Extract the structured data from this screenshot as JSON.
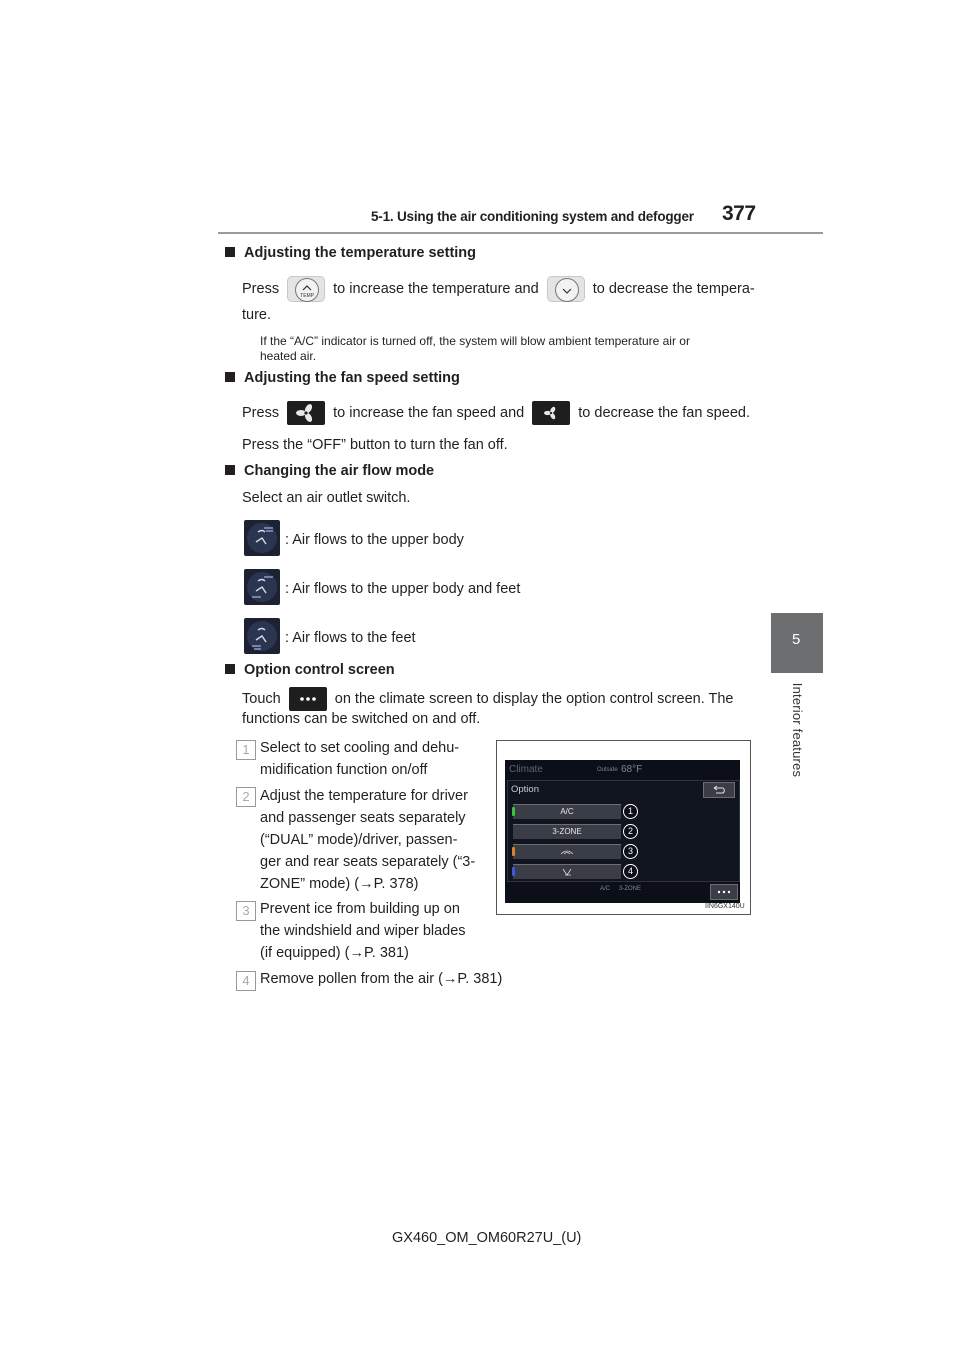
{
  "header": {
    "section_title": "5-1. Using the air conditioning system and defogger",
    "page_number": "377"
  },
  "side_tab": {
    "number": "5",
    "label": "Interior features"
  },
  "temp": {
    "heading": "Adjusting the temperature setting",
    "t1": "Press",
    "t2": "to increase the temperature and",
    "t3": "to decrease the tempera-",
    "t4": "ture.",
    "temp_icon_label": "TEMP",
    "note_line1": "If the “A/C” indicator is turned off, the system will blow ambient temperature air or",
    "note_line2": "heated air."
  },
  "fan": {
    "heading": "Adjusting the fan speed setting",
    "t1": "Press",
    "t2": "to increase the fan speed and",
    "t3": "to decrease the fan speed.",
    "off_line": "Press the “OFF” button to turn the fan off."
  },
  "airflow": {
    "heading": "Changing the air flow mode",
    "intro": "Select an air outlet switch.",
    "items": [
      ": Air flows to the upper body",
      ": Air flows to the upper body and feet",
      ": Air flows to the feet"
    ]
  },
  "option": {
    "heading": "Option control screen",
    "t1": "Touch",
    "t2": "on the climate screen to display the option control screen. The",
    "t3": "functions can be switched on and off.",
    "list": [
      {
        "num": "1",
        "lines": [
          "Select to set cooling and dehu-",
          "midification function on/off"
        ]
      },
      {
        "num": "2",
        "lines": [
          "Adjust the temperature for driver",
          "and passenger seats separately",
          "(“DUAL” mode)/driver, passen-",
          "ger and rear seats separately (“3-",
          "ZONE” mode) (→P. 378)"
        ]
      },
      {
        "num": "3",
        "lines": [
          "Prevent ice from building up on",
          "the windshield and wiper blades",
          "(if equipped) (→P. 381)"
        ]
      },
      {
        "num": "4",
        "lines": [
          "Remove pollen from the air (→P. 381)"
        ]
      }
    ],
    "screen": {
      "climate": "Climate",
      "outside_label": "Outside",
      "outside_temp": "68°F",
      "option_title": "Option",
      "rows": [
        "A/C",
        "3-ZONE",
        "",
        ""
      ],
      "callouts": [
        "1",
        "2",
        "3",
        "4"
      ],
      "status_ac": "A/C",
      "status_zone": "3-ZONE",
      "image_code": "IIN6GX140U"
    }
  },
  "footer": "GX460_OM_OM60R27U_(U)",
  "colors": {
    "tab": "#6d6e70",
    "screen_bg": "#0c0f18",
    "indicator_green": "#3fbf3f",
    "indicator_orange": "#d9822b",
    "indicator_blue": "#3a5bd9"
  }
}
